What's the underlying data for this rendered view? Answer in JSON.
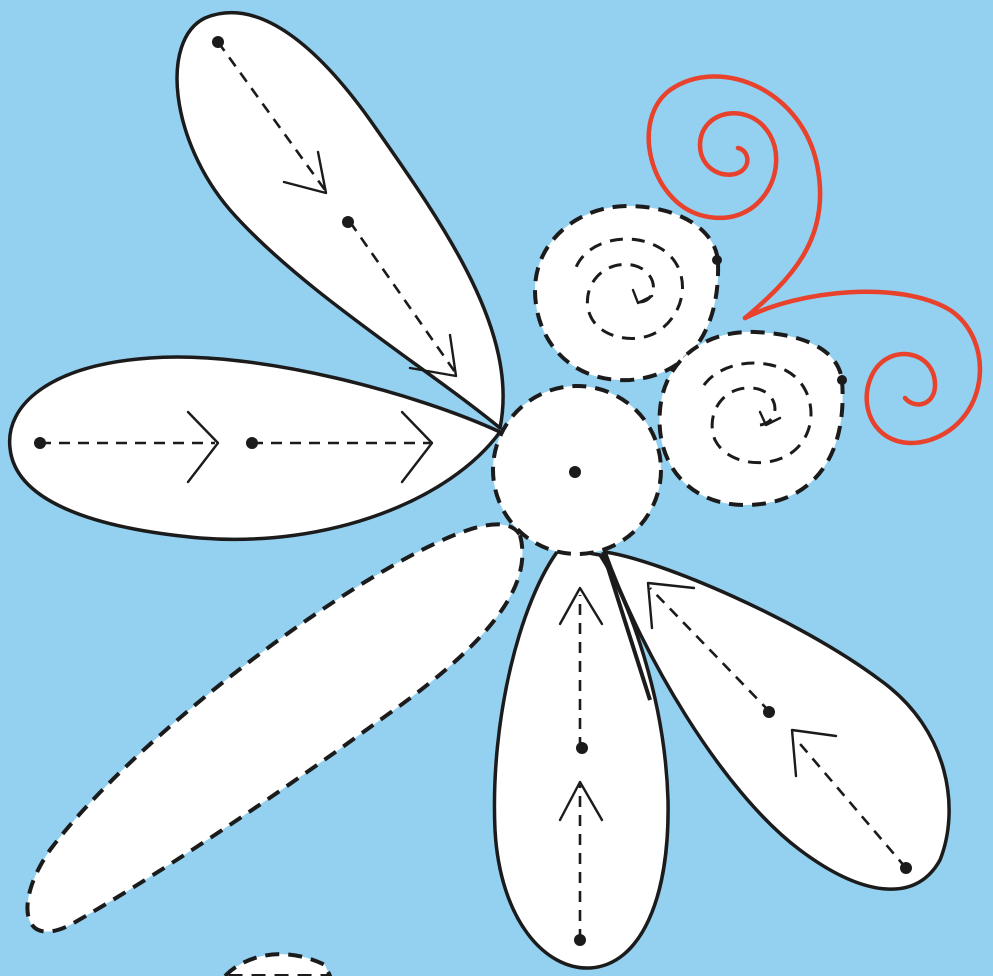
{
  "colors": {
    "background": "#94d0ef",
    "shape_fill": "#ffffff",
    "outline": "#1b1b1b",
    "swirl": "#e8412c"
  },
  "icons": [
    "flower-petal",
    "dot-start-marker",
    "direction-chevron",
    "spiral-circle",
    "red-swirl-antenna"
  ]
}
